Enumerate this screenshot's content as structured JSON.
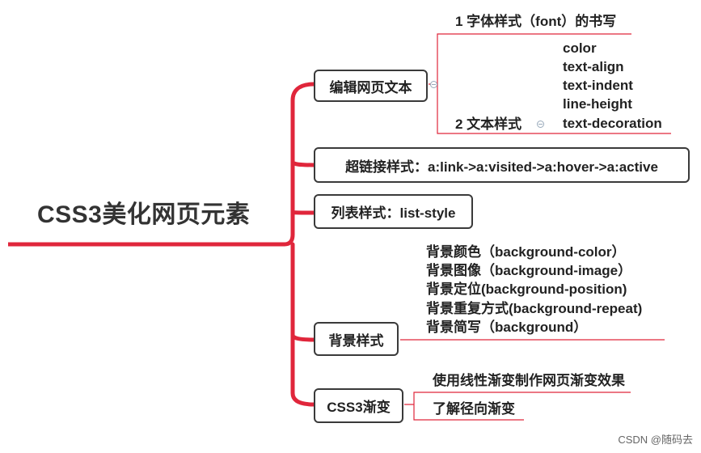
{
  "root": {
    "title": "CSS3美化网页元素"
  },
  "branches": {
    "text": {
      "label": "编辑网页文本",
      "font": "1 字体样式（font）的书写",
      "style": "2 文本样式",
      "props": [
        "color",
        "text-align",
        "text-indent",
        "line-height",
        "text-decoration"
      ]
    },
    "link": {
      "label": "超链接样式：a:link->a:visited->a:hover->a:active"
    },
    "list": {
      "label": "列表样式：list-style"
    },
    "bg": {
      "label": "背景样式",
      "items": [
        "背景颜色（background-color）",
        "背景图像（background-image）",
        "背景定位(background-position)",
        "背景重复方式(background-repeat)",
        "背景简写（background）"
      ]
    },
    "grad": {
      "label": "CSS3渐变",
      "items": [
        "使用线性渐变制作网页渐变效果",
        "了解径向渐变"
      ]
    }
  },
  "watermark": "CSDN @随码去",
  "colors": {
    "branch_line": "#e0263b",
    "node_border": "#3a3a3a"
  }
}
